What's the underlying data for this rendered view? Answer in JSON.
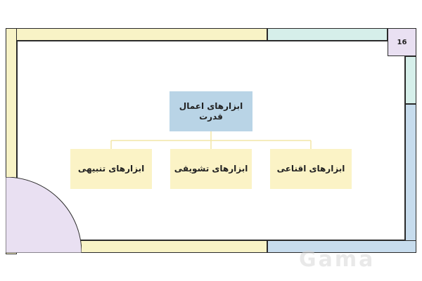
{
  "slide": {
    "page_number": "16"
  },
  "diagram": {
    "root": {
      "label": "ابزارهای اعمال قدرت"
    },
    "children": [
      {
        "label": "ابزارهای تنبیهی"
      },
      {
        "label": "ابزارهای تشویقی"
      },
      {
        "label": "ابزارهای اقناعی"
      }
    ]
  },
  "watermark": {
    "brand": "Gama"
  },
  "colors": {
    "frame_yellow": "#f8f3c6",
    "frame_teal": "#d6efea",
    "frame_blue": "#c7dced",
    "frame_lavender": "#e9e0f2",
    "root_fill": "#b9d4e6",
    "child_fill": "#fbf3c6",
    "connector": "#f2e6a6"
  }
}
